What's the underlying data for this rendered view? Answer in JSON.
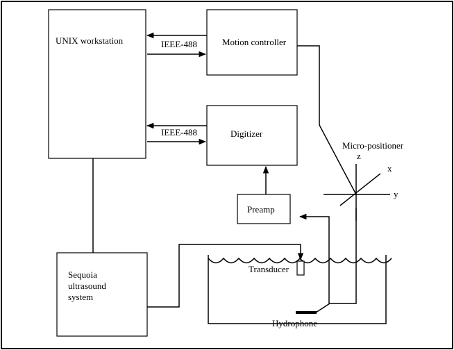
{
  "diagram": {
    "components": {
      "unix_workstation": "UNIX workstation",
      "motion_controller": "Motion controller",
      "digitizer": "Digitizer",
      "preamp": "Preamp",
      "sequoia_line1": "Sequoia",
      "sequoia_line2": "ultrasound",
      "sequoia_line3": "system"
    },
    "links": {
      "bus_top": "IEEE-488",
      "bus_bottom": "IEEE-488"
    },
    "positioner": {
      "label": "Micro-positioner",
      "axis_x": "x",
      "axis_y": "y",
      "axis_z": "z"
    },
    "tank": {
      "transducer": "Transducer",
      "hydrophone": "Hydrophone"
    }
  }
}
